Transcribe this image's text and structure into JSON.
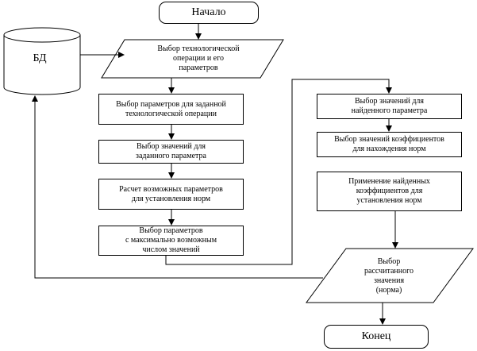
{
  "start": "Начало",
  "end": "Конец",
  "db": "БД",
  "op_select": [
    "Выбор технологической",
    "операции и его",
    "параметров"
  ],
  "left": [
    [
      "Выбор параметров для заданной",
      "технологической операции"
    ],
    [
      "Выбор значений для",
      "заданного параметра"
    ],
    [
      "Расчет возможных параметров",
      "для установления норм"
    ],
    [
      "Выбор параметров",
      "с максимально возможным",
      "числом значений"
    ]
  ],
  "right": [
    [
      "Выбор значений для",
      "найденного параметра"
    ],
    [
      "Выбор значений коэффициентов",
      "для нахождения норм"
    ],
    [
      "Применение найденных",
      "коэффициентов для",
      "установления норм"
    ]
  ],
  "result": [
    "Выбор",
    "рассчитанного",
    "значения",
    "(норма)"
  ]
}
